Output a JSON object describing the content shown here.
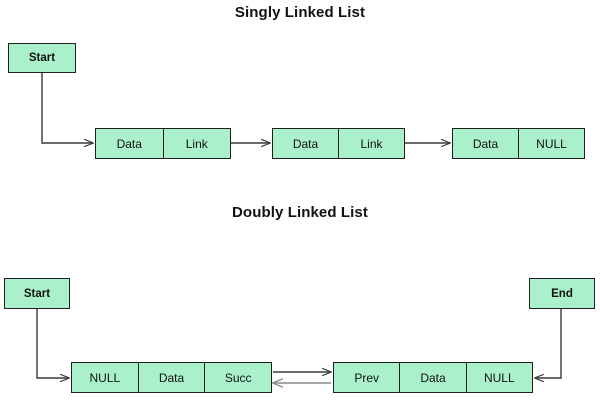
{
  "colors": {
    "node_fill": "#aaf0cb",
    "node_border": "#1f1f1f",
    "connector_dark": "#3a3a3a",
    "connector_gray": "#8c8c8c",
    "background": "#ffffff",
    "text": "#121212"
  },
  "sections": [
    {
      "id": "singly",
      "title": "Singly Linked List",
      "terminals": [
        {
          "name": "start-box",
          "label": "Start"
        }
      ],
      "nodes": [
        {
          "cells": [
            "Data",
            "Link"
          ]
        },
        {
          "cells": [
            "Data",
            "Link"
          ]
        },
        {
          "cells": [
            "Data",
            "NULL"
          ]
        }
      ]
    },
    {
      "id": "doubly",
      "title": "Doubly Linked List",
      "terminals": [
        {
          "name": "start-box",
          "label": "Start"
        },
        {
          "name": "end-box",
          "label": "End"
        }
      ],
      "nodes": [
        {
          "cells": [
            "NULL",
            "Data",
            "Succ"
          ]
        },
        {
          "cells": [
            "Prev",
            "Data",
            "NULL"
          ]
        }
      ]
    }
  ]
}
